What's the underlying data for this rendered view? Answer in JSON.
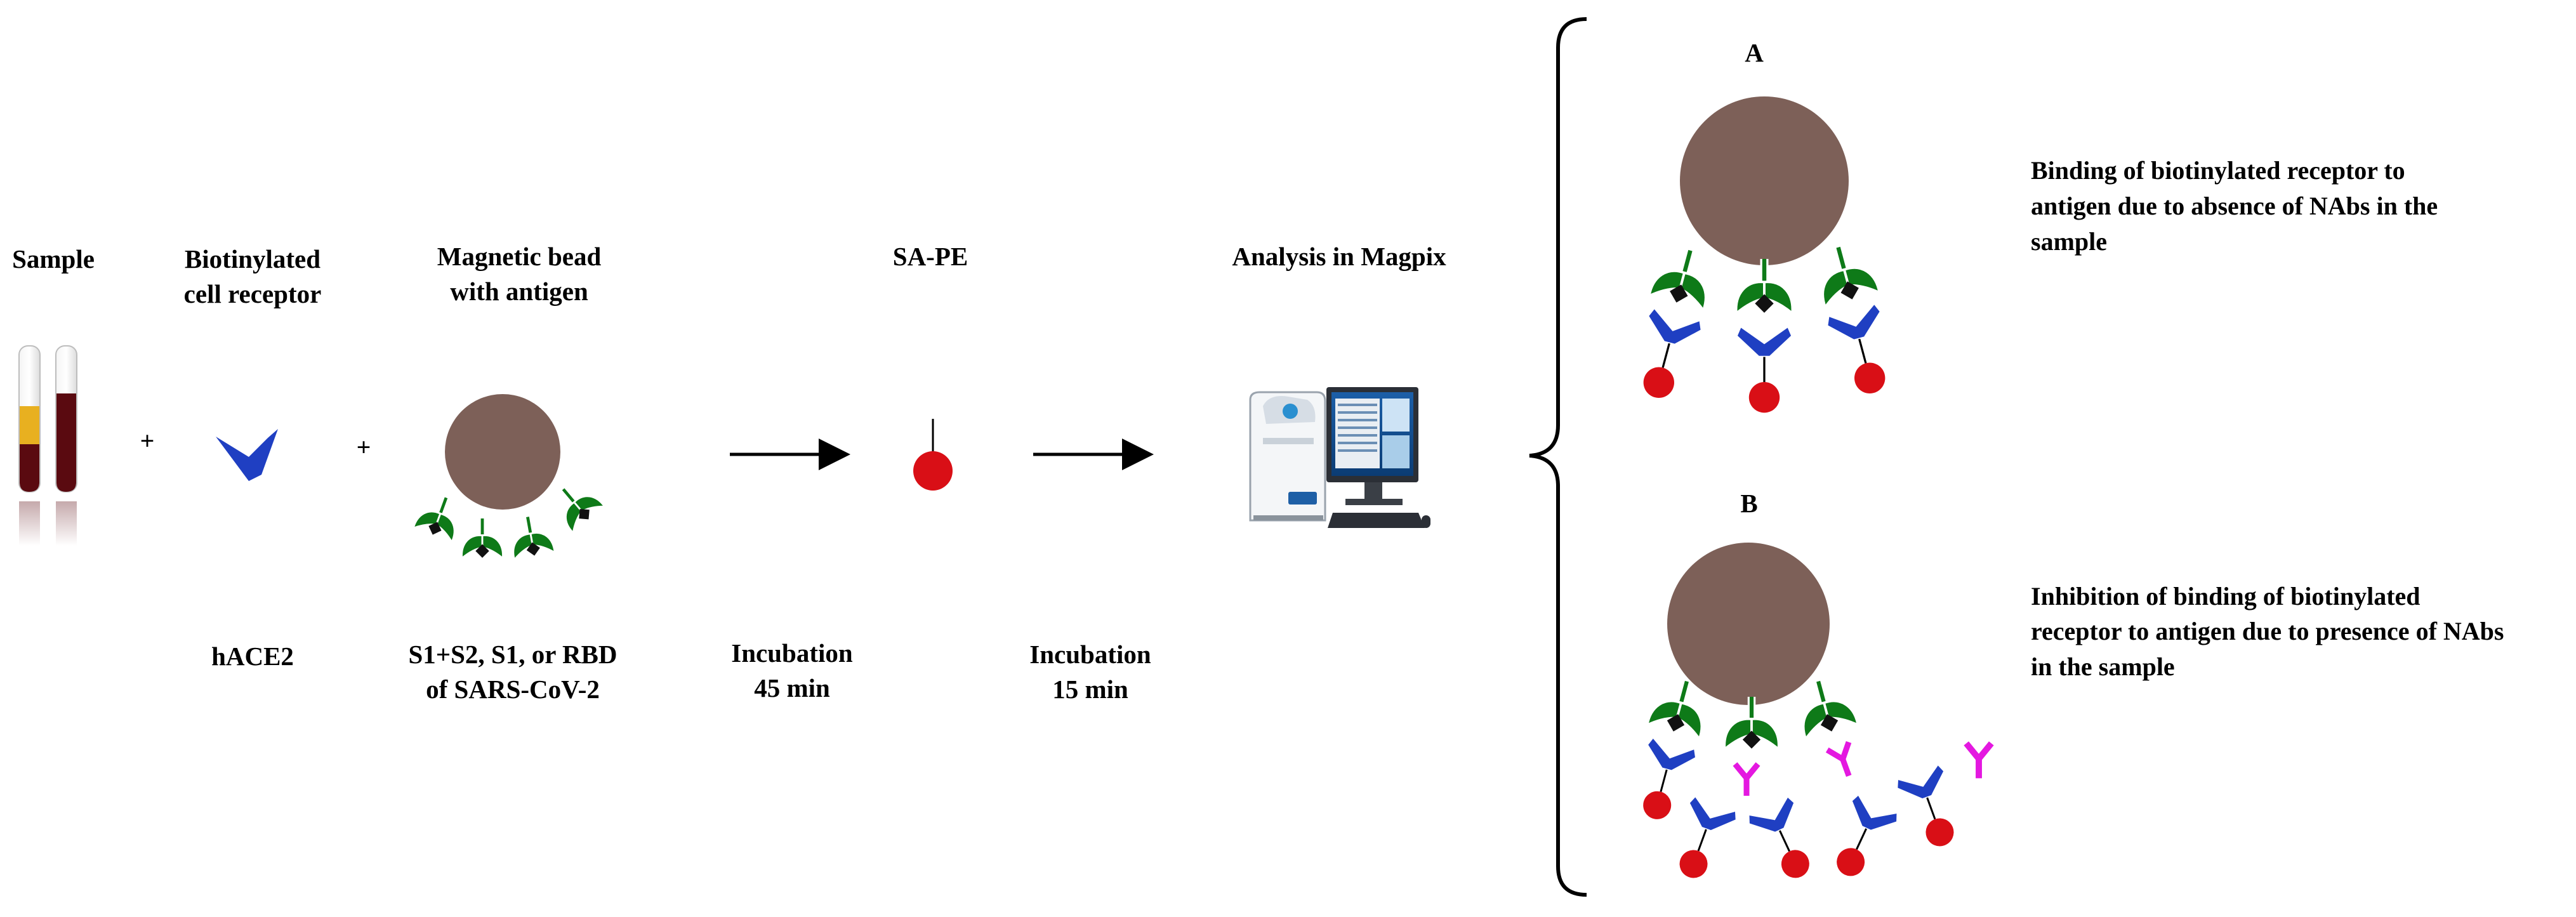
{
  "labels": {
    "sample": "Sample",
    "receptor_line1": "Biotinylated",
    "receptor_line2": "cell receptor",
    "bead_line1": "Magnetic bead",
    "bead_line2": "with antigen",
    "sape": "SA-PE",
    "analysis": "Analysis in Magpix",
    "plus": "+",
    "hace2": "hACE2",
    "antigen_line1": "S1+S2, S1, or RBD",
    "antigen_line2": "of SARS-CoV-2",
    "incubation1_line1": "Incubation",
    "incubation1_line2": "45 min",
    "incubation2_line1": "Incubation",
    "incubation2_line2": "15 min"
  },
  "outcomes": {
    "a_label": "A",
    "a_line1": "Binding of biotinylated receptor to",
    "a_line2": "antigen due to absence of NAbs in the",
    "a_line3": "sample",
    "b_label": "B",
    "b_line1": "Inhibition of binding of biotinylated",
    "b_line2": "receptor to antigen due to presence of NAbs",
    "b_line3": "in the sample"
  },
  "colors": {
    "bead": "#7d6058",
    "receptor": "#1f3fc2",
    "antigen": "#0e7a18",
    "biotin": "#111111",
    "sape": "#d90f16",
    "nab": "#e418e0",
    "blood": "#5a0a10",
    "plasma": "#e8b020"
  }
}
